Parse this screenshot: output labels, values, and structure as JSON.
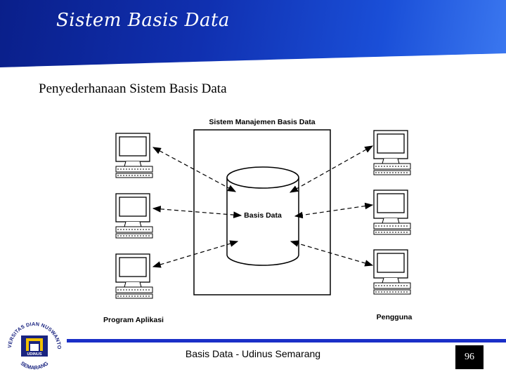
{
  "header": {
    "title": "Sistem Basis Data"
  },
  "section_heading": "Penyederhanaan Sistem Basis Data",
  "diagram": {
    "dbms_label": "Sistem Manajemen Basis Data",
    "database_label": "Basis Data",
    "left_group_label": "Program Aplikasi",
    "right_group_label": "Pengguna"
  },
  "footer": {
    "text": "Basis Data - Udinus Semarang",
    "page_number": "96"
  },
  "logo": {
    "ring_text": "UNIVERSITAS DIAN NUSWANTORO",
    "bottom_text": "SEMARANG",
    "center_text": "UDINUS"
  },
  "colors": {
    "header_blue": "#1030b0",
    "footer_rule": "#1a2fc8"
  }
}
